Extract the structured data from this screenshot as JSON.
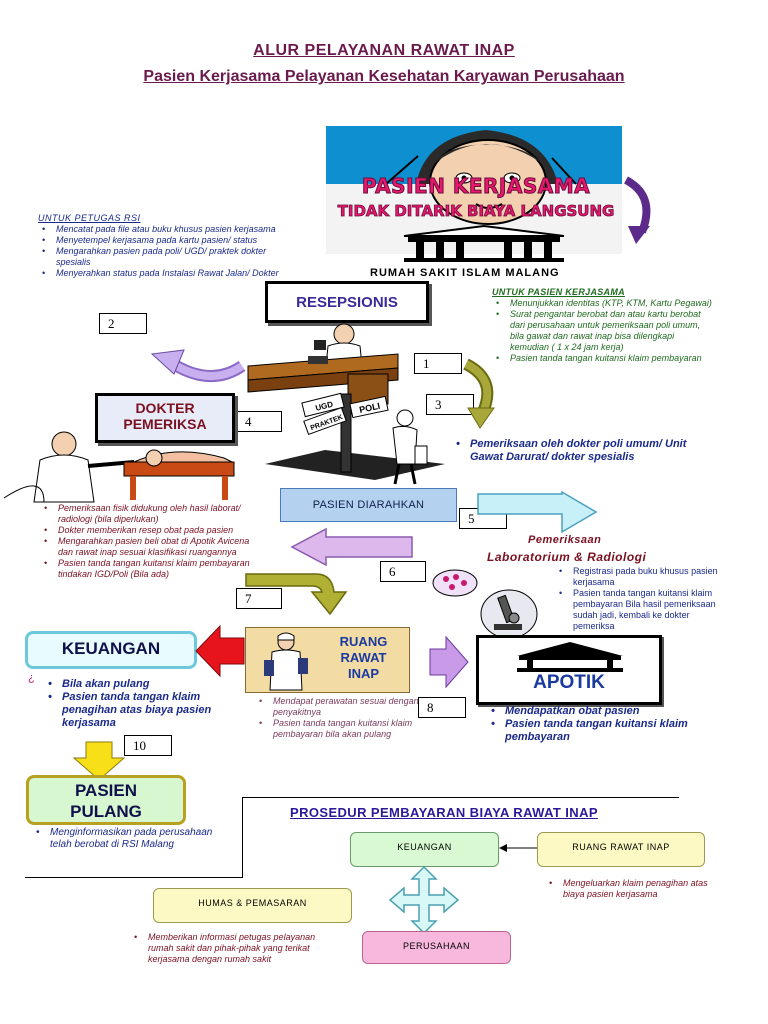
{
  "header": {
    "title": "ALUR PELAYANAN RAWAT INAP",
    "subtitle": "Pasien Kerjasama Pelayanan Kesehatan Karyawan Perusahaan"
  },
  "banner": {
    "line1": "PASIEN KERJASAMA",
    "line2": "TIDAK DITARIK BIAYA LANGSUNG",
    "hospital": "RUMAH SAKIT ISLAM MALANG"
  },
  "petugas": {
    "title": "UNTUK PETUGAS RSI",
    "items": [
      "Mencatat pada file atau buku khusus pasien kerjasama",
      "Menyetempel kerjasama pada kartu pasien/ status",
      "Mengarahkan pasien pada poli/ UGD/ praktek dokter spesialis",
      "Menyerahkan status pada Instalasi Rawat Jalan/ Dokter"
    ]
  },
  "pasien_notes": {
    "title": "UNTUK PASIEN KERJASAMA",
    "items": [
      "Menunjukkan identitas (KTP, KTM, Kartu Pegawai)",
      "Surat pengantar berobat dan atau kartu berobat dari perusahaan untuk pemeriksaan poli umum, bila gawat dan rawat inap bisa dilengkapi kemudian ( 1 x 24 jam kerja)",
      "Pasien tanda tangan kuitansi klaim pembayaran"
    ]
  },
  "resepsionis": "RESEPSIONIS",
  "dokter": {
    "line1": "DOKTER",
    "line2": "PEMERIKSA"
  },
  "signs": {
    "ugd": "UGD",
    "praktek": "PRAKTEK",
    "poli": "POLI"
  },
  "pemeriksaan_note": "Pemeriksaan oleh dokter poli umum/ Unit Gawat Darurat/ dokter spesialis",
  "pasien_diarahkan": "PASIEN DIARAHKAN",
  "dokter_notes": [
    "Pemeriksaan fisik didukung oleh hasil laborat/ radiologi (bila diperlukan)",
    "Dokter memberikan resep obat pada pasien",
    "Mengarahkan pasien beli obat di Apotik Avicena dan rawat inap sesuai klasifikasi ruangannya",
    "Pasien tanda tangan kuitansi klaim pembayaran tindakan IGD/Poli (Bila ada)"
  ],
  "lab": {
    "title1": "Pemeriksaan",
    "title2": "Laboratorium & Radiologi",
    "items": [
      "Registrasi pada buku khusus pasien kerjasama",
      "Pasien tanda tangan kuitansi klaim pembayaran Bila hasil pemeriksaan sudah jadi, kembali ke dokter pemeriksa"
    ]
  },
  "numbers": [
    "1",
    "2",
    "3",
    "4",
    "5",
    "6",
    "7",
    "8",
    "10"
  ],
  "keuangan": {
    "label": "KEUANGAN",
    "mark": "¿",
    "items": [
      "Bila akan pulang",
      "Pasien tanda tangan klaim penagihan atas biaya pasien kerjasama"
    ]
  },
  "ruang": {
    "line1": "RUANG",
    "line2": "RAWAT",
    "line3": "INAP",
    "items": [
      "Mendapat perawatan sesuai dengan penyakitnya",
      "Pasien tanda tangan kuitansi klaim pembayaran bila akan pulang"
    ]
  },
  "apotik": {
    "label": "APOTIK",
    "items": [
      "Mendapatkan obat pasien",
      "Pasien tanda tangan kuitansi klaim pembayaran"
    ]
  },
  "pulang": {
    "line1": "PASIEN",
    "line2": "PULANG",
    "items": [
      "Menginformasikan pada perusahaan telah berobat di RSI Malang"
    ]
  },
  "prosedur": {
    "title": "PROSEDUR PEMBAYARAN BIAYA RAWAT INAP",
    "keuangan": "KEUANGAN",
    "ruang": "RUANG RAWAT INAP",
    "humas": "HUMAS & PEMASARAN",
    "perusahaan": "PERUSAHAAN",
    "note_ruang": "Mengeluarkan klaim penagihan atas biaya pasien kerjasama",
    "note_humas": "Memberikan informasi petugas pelayanan rumah sakit dan pihak-pihak yang terikat kerjasama dengan rumah sakit"
  },
  "colors": {
    "title": "#6a1a4c",
    "navy": "#1a2a8a",
    "keuangan_bg": "#e8fbff",
    "keuangan_border": "#6ec8dc",
    "pulang_bg": "#d6f7d0",
    "pulang_border": "#b8a020",
    "proc_green": "#d8f9d2",
    "proc_yellow": "#fdf9c4",
    "proc_pink": "#f8b8de"
  },
  "icons": [
    "doctor-portrait",
    "hospital-building",
    "receptionist-desk",
    "signpost",
    "patient-walking",
    "doctor-examining",
    "nurse",
    "microscope",
    "medicine-tray",
    "pharmacy-building"
  ]
}
